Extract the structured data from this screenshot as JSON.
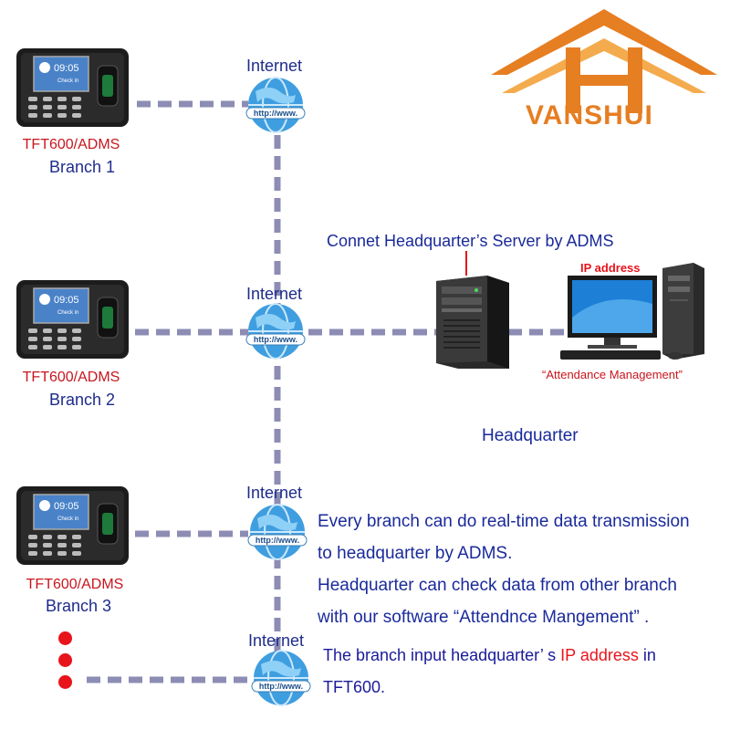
{
  "logo": {
    "brand": "VANSHUI",
    "letter": "H"
  },
  "branches": [
    {
      "device": "TFT600/ADMS",
      "name": "Branch 1",
      "screen_time": "09:05",
      "screen_text": "Check in"
    },
    {
      "device": "TFT600/ADMS",
      "name": "Branch 2",
      "screen_time": "09:05",
      "screen_text": "Check in"
    },
    {
      "device": "TFT600/ADMS",
      "name": "Branch 3",
      "screen_time": "09:05",
      "screen_text": "Check in"
    }
  ],
  "internet": [
    "Internet",
    "Internet",
    "Internet",
    "Internet"
  ],
  "globe_text": "http://www.",
  "server_caption": "Connet Headquarter’s Server by ADMS",
  "pc": {
    "ip_label": "IP address",
    "software": "“Attendance Management”"
  },
  "headquarter": "Headquarter",
  "description": {
    "line1": "Every branch can do real-time data transmission",
    "line2": "to headquarter by ADMS.",
    "line3": "Headquarter can check data from other branch",
    "line4": "with our software “Attendnce Mangement” ."
  },
  "note": {
    "part1": "The branch input  headquarter’ s ",
    "highlight": "IP address",
    "part2": " in",
    "line2": "TFT600."
  },
  "colors": {
    "blue": "#1a2a9a",
    "red": "#e8131b",
    "line": "#8c8cb4",
    "logo_orange": "#e67e22"
  }
}
